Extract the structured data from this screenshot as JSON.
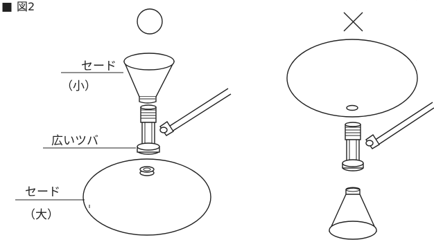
{
  "figure": {
    "marker": "■",
    "title": "図2"
  },
  "correct": {
    "symbol": "〇",
    "shade_small_label_1": "セード",
    "shade_small_label_2": "（小）",
    "flange_label": "広いツバ",
    "shade_large_label_1": "セード",
    "shade_large_label_2": "（大）"
  },
  "incorrect": {
    "symbol": "✕"
  }
}
